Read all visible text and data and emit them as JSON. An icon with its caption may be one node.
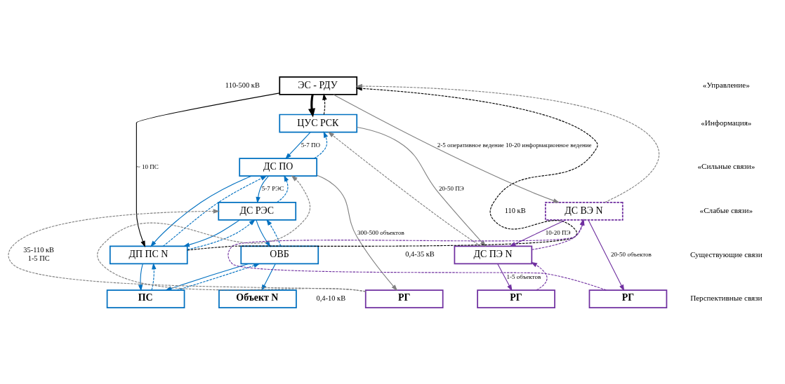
{
  "diagram": {
    "nodes": [
      {
        "text": [
          "ЭС - РДУ"
        ],
        "beside": [
          "110-500 кВ"
        ]
      },
      {
        "text": [
          "ЦУС РСК"
        ]
      },
      {
        "text": [
          "ДС ПО"
        ]
      },
      {
        "text": [
          "ДС РЭС"
        ]
      },
      {
        "text": [
          "ДП ПС N"
        ],
        "beside": [
          "35-110 кВ",
          "1-5 ПС"
        ]
      },
      {
        "text": [
          "ОВБ"
        ]
      },
      {
        "text": [
          "ДС ВЭ N"
        ],
        "beside": [
          "110 кВ"
        ]
      },
      {
        "text": [
          "ДС ПЭ N"
        ],
        "beside": [
          "0,4-35 кВ"
        ]
      },
      {
        "text": [
          "ПС"
        ]
      },
      {
        "text": [
          "Объект N"
        ]
      },
      {
        "text": [
          "РГ"
        ],
        "beside": [
          "0,4-10 кВ"
        ]
      },
      {
        "text": [
          "РГ"
        ]
      },
      {
        "text": [
          "РГ"
        ]
      }
    ],
    "edges": [
      {
        "from": 0,
        "to": 1,
        "arrow": "to",
        "style": "thick",
        "color": "#000000"
      },
      {
        "from": 1,
        "to": 0,
        "arrow": "to",
        "style": "dashed",
        "color": "#000000"
      },
      {
        "from": 0,
        "to": 4,
        "arrow": "to",
        "label": "~ 10 ПС",
        "color": "#000000"
      },
      {
        "from": 4,
        "to": 0,
        "arrow": "to",
        "style": "dashed",
        "color": "#000000"
      },
      {
        "from": 0,
        "to": 6,
        "arrow": "to",
        "label": "2-5 оперативное ведение 10-20 информационное ведение",
        "color": "#808080"
      },
      {
        "from": 6,
        "to": 0,
        "arrow": "to",
        "style": "dashed",
        "color": "#808080"
      },
      {
        "from": 1,
        "to": 2,
        "arrow": "to",
        "label": "5-7 ПО"
      },
      {
        "from": 2,
        "to": 1,
        "arrow": "to",
        "style": "dashed"
      },
      {
        "from": 1,
        "to": 7,
        "arrow": "to",
        "label": "20-50 ПЭ",
        "color": "#808080"
      },
      {
        "from": 7,
        "to": 1,
        "arrow": "to",
        "style": "dashed",
        "color": "#808080"
      },
      {
        "from": 2,
        "to": 3,
        "arrow": "to",
        "label": "5-7 РЭС"
      },
      {
        "from": 3,
        "to": 2,
        "arrow": "to",
        "style": "dashed"
      },
      {
        "from": 2,
        "to": 4,
        "arrow": "to"
      },
      {
        "from": 4,
        "to": 2,
        "arrow": "to",
        "style": "dashed"
      },
      {
        "from": 2,
        "to": 10,
        "arrow": "to",
        "label": "300-500 объектов",
        "color": "#808080"
      },
      {
        "from": 10,
        "to": 2,
        "arrow": "to",
        "style": "dashed",
        "color": "#808080"
      },
      {
        "from": 3,
        "to": 4,
        "arrow": "to"
      },
      {
        "from": 4,
        "to": 3,
        "arrow": "to",
        "style": "dashed"
      },
      {
        "from": 3,
        "to": 5,
        "arrow": "to"
      },
      {
        "from": 5,
        "to": 3,
        "arrow": "to",
        "style": "dashed"
      },
      {
        "from": 10,
        "to": 3,
        "arrow": "to",
        "style": "dashed",
        "color": "#808080"
      },
      {
        "from": 4,
        "to": 8,
        "arrow": "to"
      },
      {
        "from": 8,
        "to": 4,
        "arrow": "to",
        "style": "dashed"
      },
      {
        "from": 5,
        "to": 8,
        "arrow": "to"
      },
      {
        "from": 8,
        "to": 5,
        "arrow": "to",
        "style": "dashed"
      },
      {
        "from": 5,
        "to": 9,
        "arrow": "to"
      },
      {
        "from": 6,
        "to": 7,
        "arrow": "to",
        "label": "10-20 ПЭ",
        "color": "#7030a0"
      },
      {
        "from": 7,
        "to": 6,
        "arrow": "to",
        "style": "dashed",
        "color": "#7030a0"
      },
      {
        "from": 6,
        "to": 12,
        "arrow": "to",
        "label": "20-50 объектов",
        "color": "#7030a0"
      },
      {
        "from": 12,
        "to": 6,
        "arrow": "to",
        "style": "dashed",
        "color": "#7030a0"
      },
      {
        "from": 7,
        "to": 11,
        "arrow": "to",
        "label": "1-5 объектов",
        "color": "#7030a0"
      },
      {
        "from": 11,
        "to": 7,
        "arrow": "to",
        "style": "dashed",
        "color": "#7030a0"
      }
    ],
    "legend": [
      {
        "text": "«Управление»"
      },
      {
        "text": "«Информация»"
      },
      {
        "text": "«Сильные связи»"
      },
      {
        "text": "«Слабые связи»"
      },
      {
        "text": "Существующие связи"
      },
      {
        "text": "Перспективные связи"
      }
    ]
  }
}
